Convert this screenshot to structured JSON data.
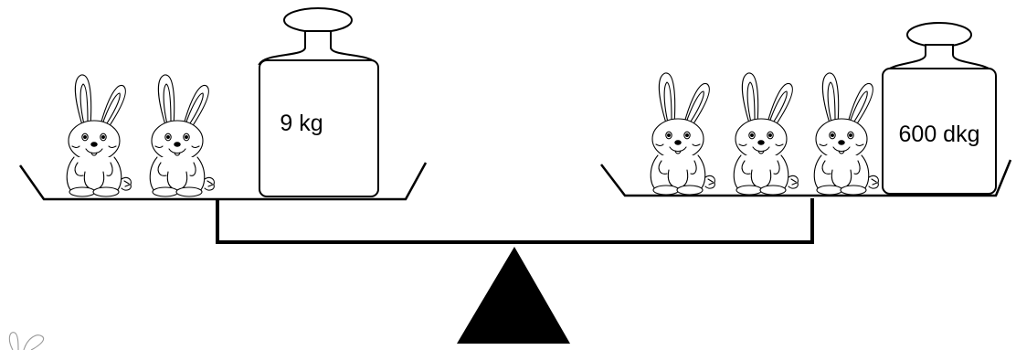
{
  "weights": {
    "left": {
      "label": "9 kg"
    },
    "right": {
      "label": "600 dkg"
    }
  },
  "pans": {
    "left": {
      "rabbit_count": 2
    },
    "right": {
      "rabbit_count": 3
    }
  },
  "colors": {
    "line": "#000000",
    "background": "#ffffff",
    "fulcrum": "#000000"
  }
}
